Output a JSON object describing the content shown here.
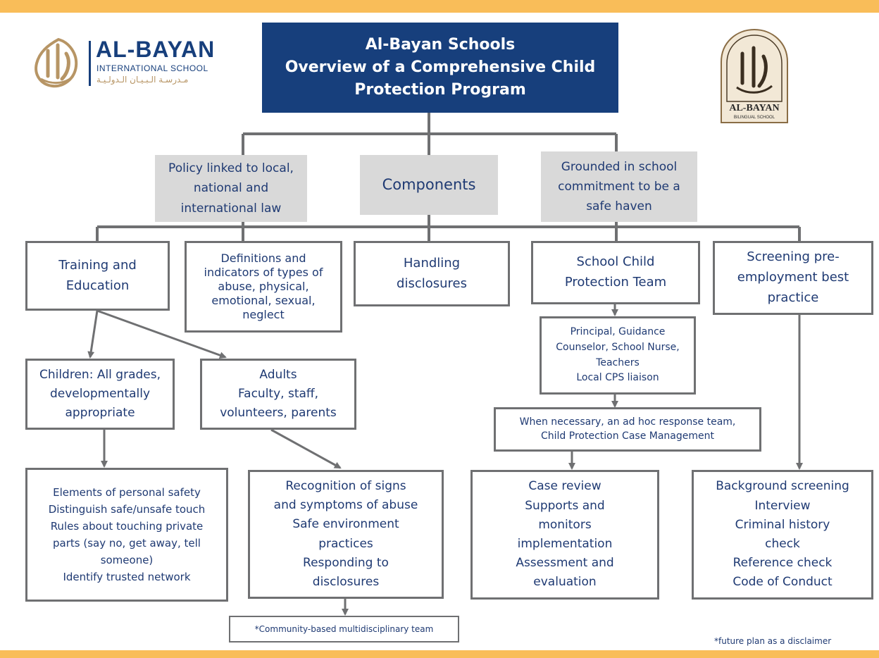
{
  "title": "Al-Bayan Schools\nOverview of a Comprehensive Child\nProtection Program",
  "logo_left": {
    "name": "AL-BAYAN",
    "subtitle": "INTERNATIONAL SCHOOL",
    "arabic": "مـدرسـة الـبـيـان الـدولـيـة"
  },
  "logo_right": {
    "name": "AL-BAYAN",
    "subtitle": "BILINGUAL SCHOOL"
  },
  "gray_boxes": {
    "policy": "Policy linked to local,\nnational and\ninternational law",
    "components": "Components",
    "grounded": "Grounded in school\ncommitment to be a\nsafe haven"
  },
  "components": {
    "training": "Training and\nEducation",
    "definitions": "Definitions and\nindicators of types of\nabuse, physical,\nemotional, sexual,\nneglect",
    "handling": "Handling\ndisclosures",
    "team": "School Child\nProtection Team",
    "screening": "Screening pre-\nemployment best\npractice"
  },
  "training": {
    "children": "Children: All grades,\ndevelopmentally\nappropriate",
    "adults": "Adults\nFaculty, staff,\nvolunteers, parents",
    "children_details": "Elements of personal safety\nDistinguish safe/unsafe touch\nRules about touching private\nparts (say no, get away, tell\nsomeone)\nIdentify trusted network",
    "adults_details": "Recognition of signs\nand symptoms of abuse\nSafe environment\npractices\nResponding to\ndisclosures",
    "community": "*Community-based multidisciplinary team"
  },
  "team": {
    "members": "Principal, Guidance\nCounselor, School Nurse,\nTeachers\nLocal CPS liaison",
    "adhoc": "When necessary, an ad hoc response team,\nChild Protection Case Management",
    "case": "Case review\nSupports and\nmonitors\nimplementation\nAssessment and\nevaluation"
  },
  "screening": {
    "details": "Background screening\nInterview\nCriminal history\ncheck\nReference check\nCode of Conduct"
  },
  "footnote": "*future plan as a disclaimer",
  "colors": {
    "band": "#f9bd59",
    "title_bg": "#173f7c",
    "text": "#1f3a73",
    "gray_box": "#d9d9d9",
    "connector": "#6f7072",
    "logo_gold": "#b79565"
  }
}
